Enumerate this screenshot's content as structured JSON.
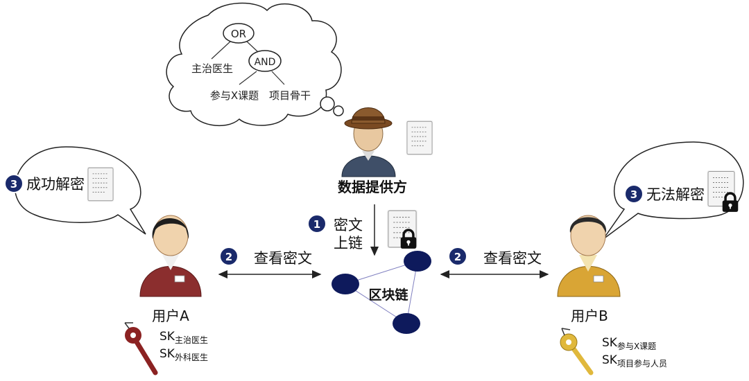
{
  "cloud": {
    "or_label": "OR",
    "and_label": "AND",
    "leaf_left": "主治医生",
    "leaf_mid": "参与X课题",
    "leaf_right": "项目骨干"
  },
  "provider": {
    "label": "数据提供方"
  },
  "step1": {
    "num": "1",
    "line1": "密文",
    "line2": "上链"
  },
  "blockchain": {
    "label": "区块链"
  },
  "view_left": {
    "num": "2",
    "label": "查看密文"
  },
  "view_right": {
    "num": "2",
    "label": "查看密文"
  },
  "bubble_left": {
    "num": "3",
    "label": "成功解密"
  },
  "bubble_right": {
    "num": "3",
    "label": "无法解密"
  },
  "user_a": {
    "label": "用户A",
    "keys": [
      {
        "prefix": "SK",
        "sub": "主治医生"
      },
      {
        "prefix": "SK",
        "sub": "外科医生"
      }
    ]
  },
  "user_b": {
    "label": "用户B",
    "keys": [
      {
        "prefix": "SK",
        "sub": "参与X课题"
      },
      {
        "prefix": "SK",
        "sub": "项目参与人员"
      }
    ]
  },
  "colors": {
    "badge": "#1a2a6b",
    "node": "#0e1a5c",
    "user_a_body": "#8b2e2e",
    "user_b_body": "#d9a535",
    "key_a": "#8b2222",
    "key_b": "#e0b83c"
  }
}
